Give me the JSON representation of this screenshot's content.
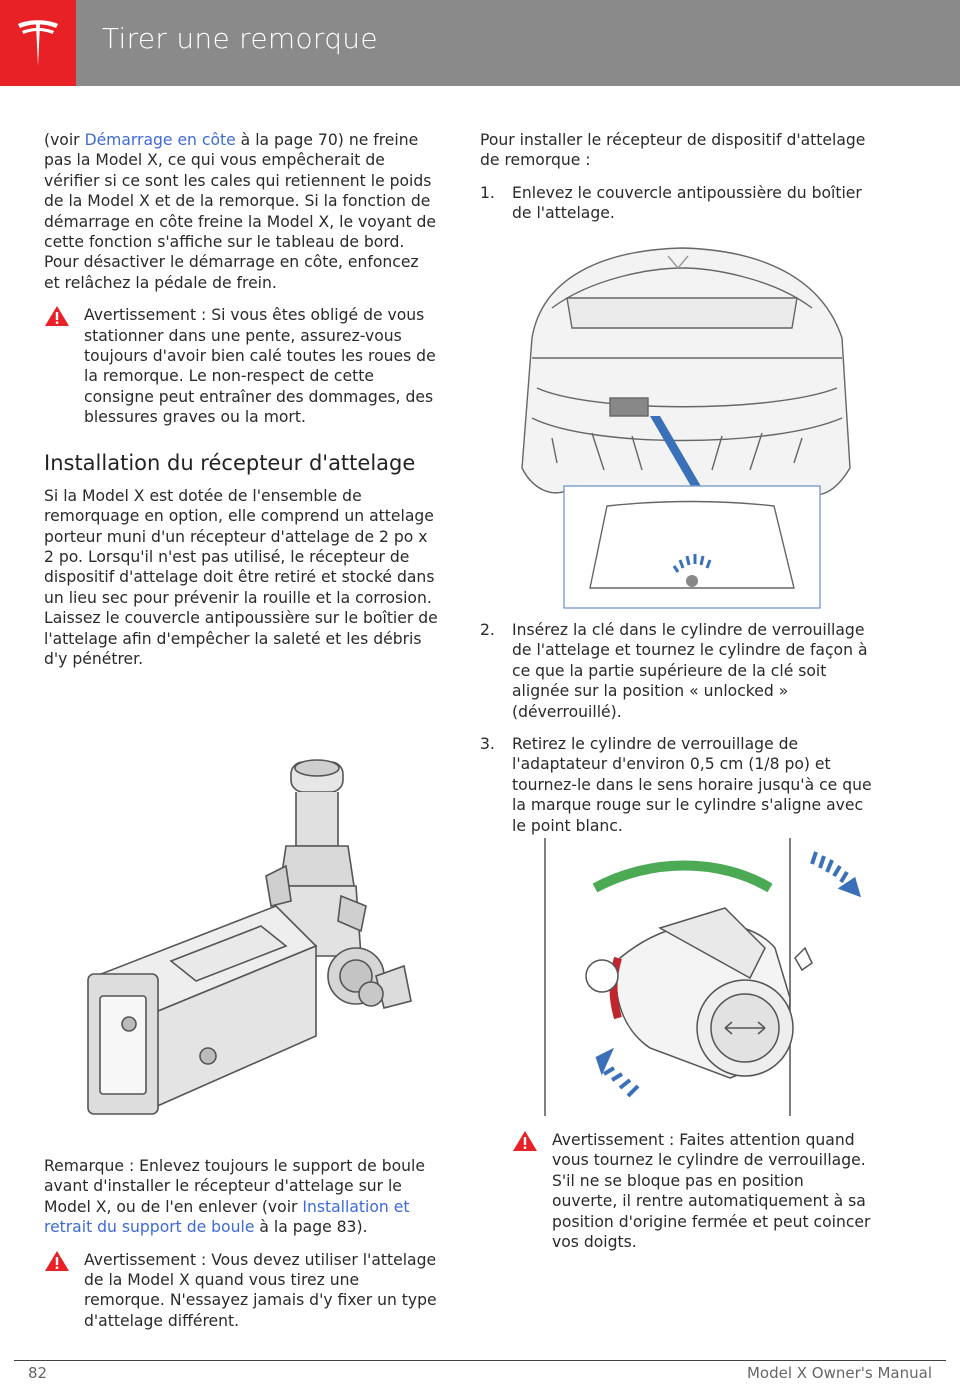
{
  "header": {
    "title": "Tirer une remorque"
  },
  "left": {
    "para1_prefix": "(voir ",
    "para1_link": "Démarrage en côte",
    "para1_suffix": " à la page 70) ne freine pas la Model X, ce qui vous empêcherait de vérifier si ce sont les cales qui retiennent le poids de la Model X et de la remorque. Si la fonction de démarrage en côte freine la Model X, le voyant de cette fonction s'affiche sur le tableau de bord. Pour désactiver le démarrage en côte, enfoncez et relâchez la pédale de frein.",
    "warning1": "Avertissement : Si vous êtes obligé de vous stationner dans une pente, assurez-vous toujours d'avoir bien calé toutes les roues de la remorque. Le non-respect de cette consigne peut entraîner des dommages, des blessures graves ou la mort.",
    "heading": "Installation du récepteur d'attelage",
    "para2": "Si la Model X est dotée de l'ensemble de remorquage en option, elle comprend un attelage porteur muni d'un récepteur d'attelage de 2 po x 2 po. Lorsqu'il n'est pas utilisé, le récepteur de dispositif d'attelage doit être retiré et stocké dans un lieu sec pour prévenir la rouille et la corrosion. Laissez le couvercle antipoussière sur le boîtier de l'attelage afin d'empêcher la saleté et les débris d'y pénétrer.",
    "note_prefix": "Remarque : Enlevez toujours le support de boule avant d'installer le récepteur d'attelage sur le Model X, ou de l'en enlever (voir ",
    "note_link": "Installation et retrait du support de boule",
    "note_suffix": " à la page 83).",
    "warning2": "Avertissement : Vous devez utiliser l'attelage de la Model X quand vous tirez une remorque. N'essayez jamais d'y fixer un type d'attelage différent."
  },
  "right": {
    "intro": "Pour installer le récepteur de dispositif d'attelage de remorque :",
    "steps": [
      {
        "num": "1.",
        "text": "Enlevez le couvercle antipoussière du boîtier de l'attelage."
      },
      {
        "num": "2.",
        "text": "Insérez la clé dans le cylindre de verrouillage de l'attelage et tournez le cylindre de façon à ce que la partie supérieure de la clé soit alignée sur la position « unlocked » (déverrouillé)."
      },
      {
        "num": "3.",
        "text": "Retirez le cylindre de verrouillage de l'adaptateur d'environ 0,5 cm (1/8 po) et tournez-le dans le sens horaire jusqu'à ce que la marque rouge sur le cylindre s'aligne avec le point blanc."
      }
    ],
    "warning3": "Avertissement : Faites attention quand vous tournez le cylindre de verrouillage. S'il ne se bloque pas en position ouverte, il rentre automatiquement à sa position d'origine fermée et peut coincer vos doigts."
  },
  "footer": {
    "page": "82",
    "manual": "Model X Owner's Manual"
  },
  "colors": {
    "accent_red": "#e82127",
    "link_blue": "#3e6ad8",
    "header_gray": "#8a8a8a"
  }
}
